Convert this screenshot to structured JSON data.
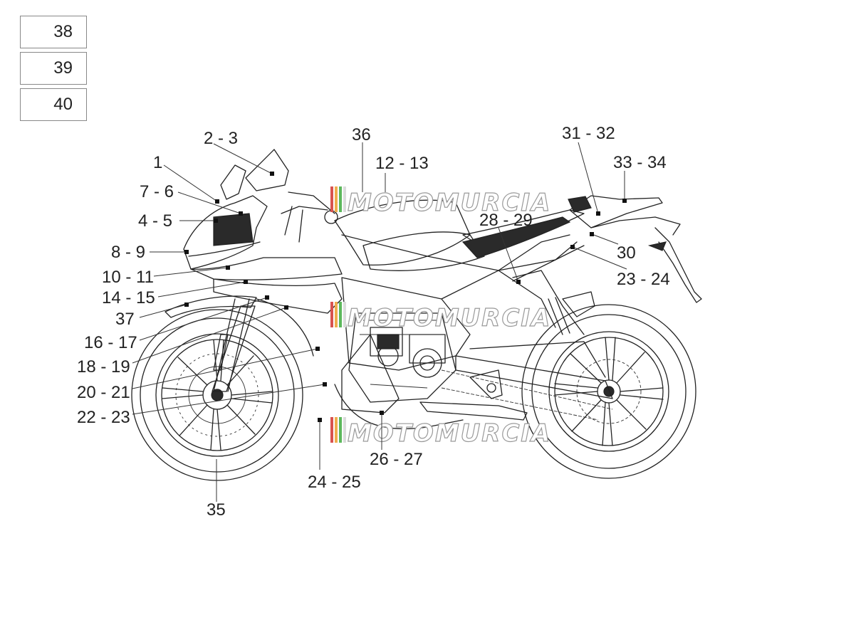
{
  "reference_boxes": [
    "38",
    "39",
    "40"
  ],
  "callouts": [
    {
      "id": "c-1",
      "text": "1"
    },
    {
      "id": "c-2-3",
      "text": "2 - 3"
    },
    {
      "id": "c-7-6",
      "text": "7 - 6"
    },
    {
      "id": "c-4-5",
      "text": "4 - 5"
    },
    {
      "id": "c-8-9",
      "text": "8 - 9"
    },
    {
      "id": "c-10-11",
      "text": "10 - 11"
    },
    {
      "id": "c-14-15",
      "text": "14 - 15"
    },
    {
      "id": "c-37",
      "text": "37"
    },
    {
      "id": "c-16-17",
      "text": "16 - 17"
    },
    {
      "id": "c-18-19",
      "text": "18 - 19"
    },
    {
      "id": "c-20-21",
      "text": "20 - 21"
    },
    {
      "id": "c-22-23",
      "text": "22 - 23"
    },
    {
      "id": "c-35",
      "text": "35"
    },
    {
      "id": "c-36",
      "text": "36"
    },
    {
      "id": "c-12-13",
      "text": "12 - 13"
    },
    {
      "id": "c-24-25",
      "text": "24 - 25"
    },
    {
      "id": "c-26-27",
      "text": "26 - 27"
    },
    {
      "id": "c-28-29",
      "text": "28 - 29"
    },
    {
      "id": "c-31-32",
      "text": "31 - 32"
    },
    {
      "id": "c-33-34",
      "text": "33 - 34"
    },
    {
      "id": "c-30",
      "text": "30"
    },
    {
      "id": "c-23-24",
      "text": "23 - 24"
    }
  ],
  "watermark": {
    "text": "MOTOMURCIA",
    "stripe_colors": [
      "#d9534f",
      "#f0ad4e",
      "#5cb85c",
      "#e8e8e8"
    ]
  },
  "colors": {
    "line": "#222222",
    "background": "#ffffff"
  }
}
